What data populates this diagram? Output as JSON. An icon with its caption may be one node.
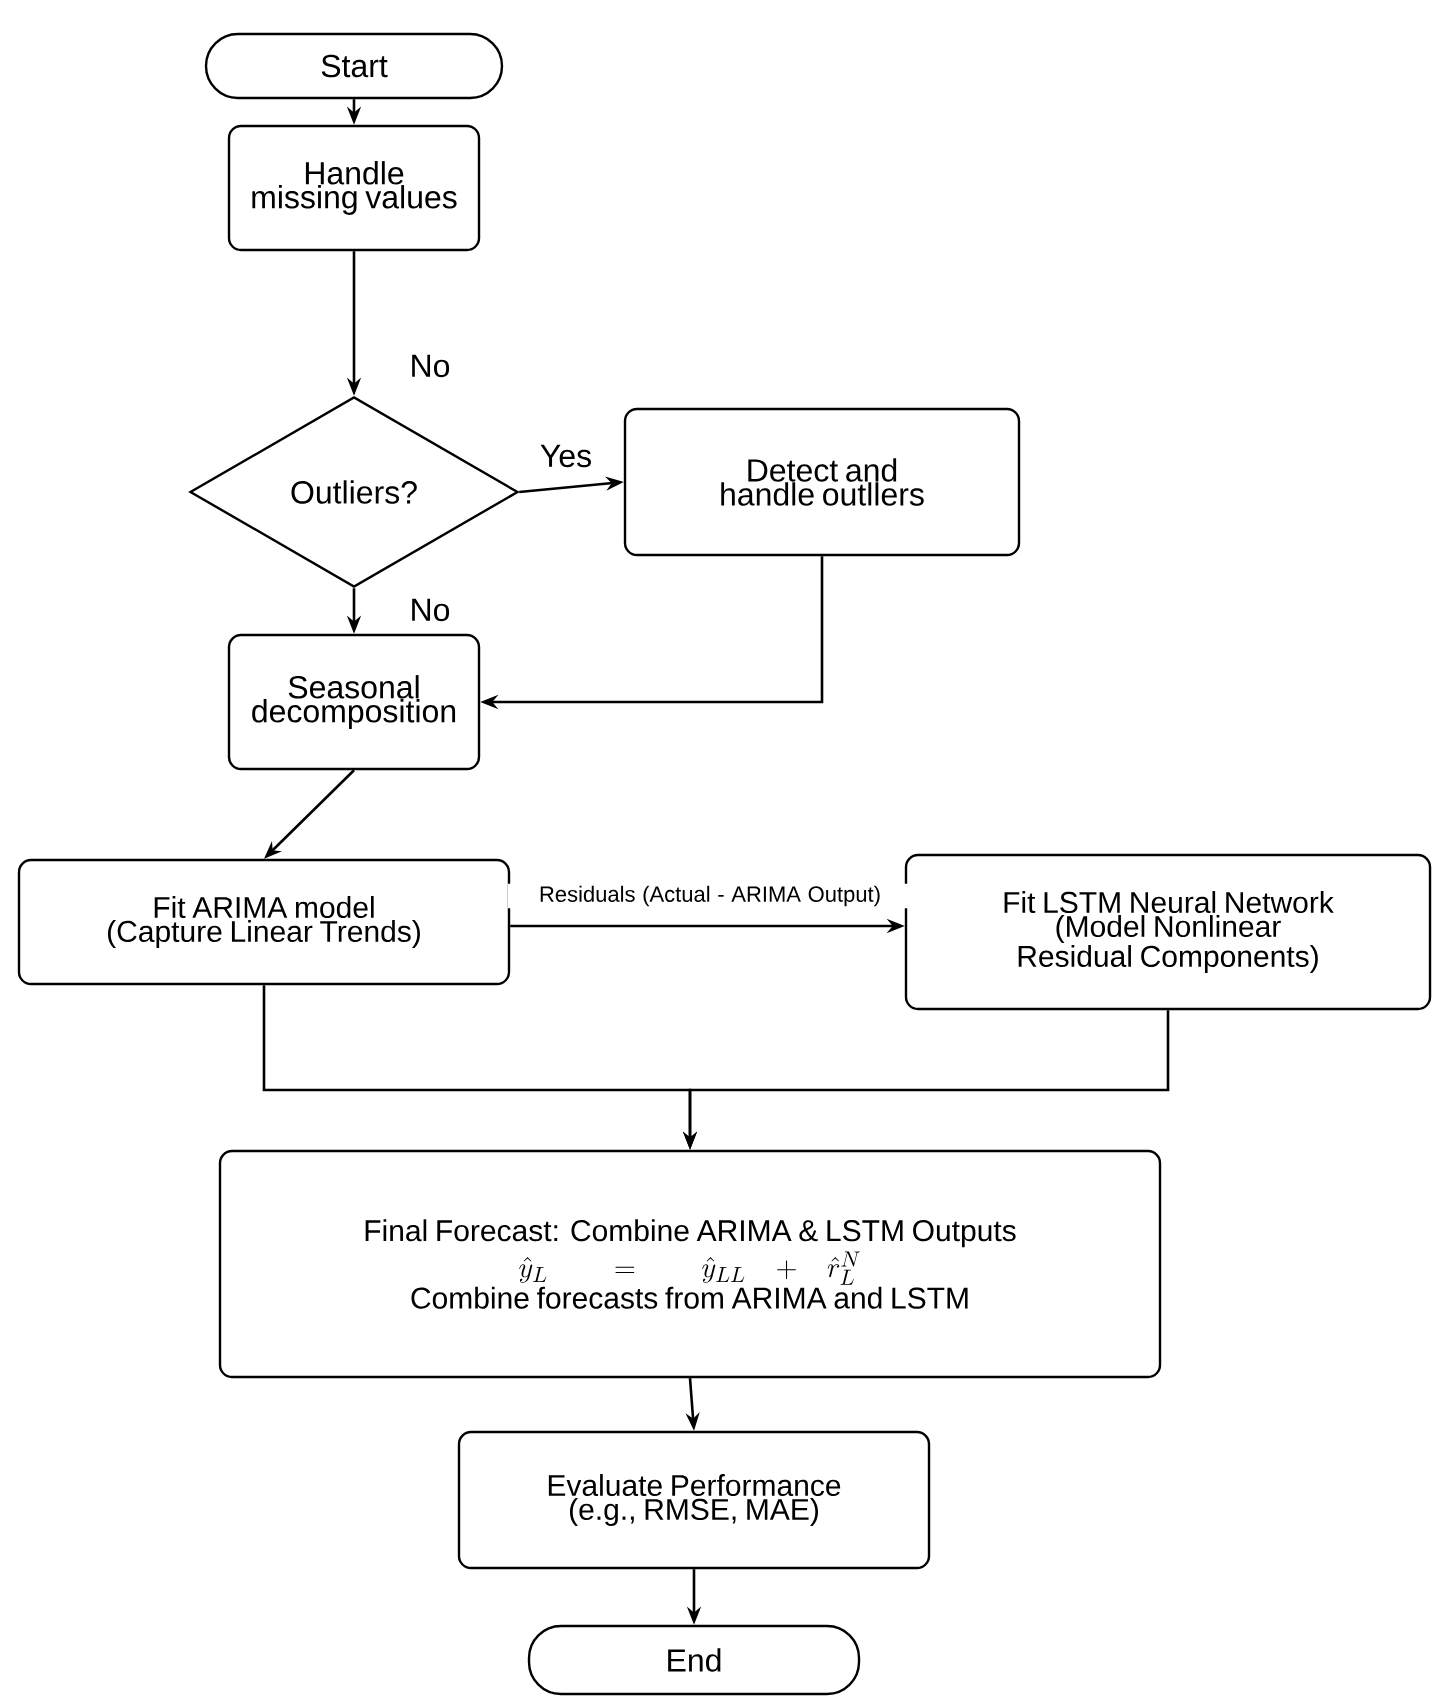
{
  "diagram": {
    "nodes": [
      {
        "text": [
          "Start"
        ]
      },
      {
        "text": [
          "Handle missing values"
        ]
      },
      {
        "text": [
          "Outliers?"
        ]
      },
      {
        "text": [
          "Detect and handle outllers"
        ]
      },
      {
        "text": [
          "Seasonal decomposition"
        ]
      },
      {
        "text": [
          "Fit ARIMA model",
          "(Capture Linear Trends)"
        ]
      },
      {
        "text": [
          "Fit LSTM Neural Network",
          "(Model Nonlinear Residual Components)"
        ]
      },
      {
        "text": [
          "Final Forecast: Combine ARIMA & LSTM Outputs",
          "\\hat{y}_L = \\hat{y}_{LL} + \\hat{r}_L^N",
          "Combine forecasts from ARIMA and LSTM"
        ]
      },
      {
        "text": [
          "Evaluate Performance",
          "(e.g., RMSE, MAE)"
        ]
      },
      {
        "text": [
          "End"
        ]
      }
    ],
    "edges": [
      {
        "from": 0,
        "to": 1,
        "arrow": "to"
      },
      {
        "from": 1,
        "to": 2,
        "arrow": "to",
        "label": "No"
      },
      {
        "from": 2,
        "to": 3,
        "arrow": "to",
        "label": "Yes"
      },
      {
        "from": 2,
        "to": 4,
        "arrow": "to",
        "label": "No"
      },
      {
        "from": 3,
        "to": 4,
        "arrow": "to"
      },
      {
        "from": 4,
        "to": 5,
        "arrow": "to"
      },
      {
        "from": 5,
        "to": 6,
        "arrow": "to",
        "label": "Residuals (Actual - ARIMA Output)"
      },
      {
        "from": 5,
        "to": 7,
        "arrow": "to"
      },
      {
        "from": 6,
        "to": 7,
        "arrow": "to"
      },
      {
        "from": 7,
        "to": 8,
        "arrow": "to"
      },
      {
        "from": 8,
        "to": 9,
        "arrow": "to"
      }
    ]
  }
}
